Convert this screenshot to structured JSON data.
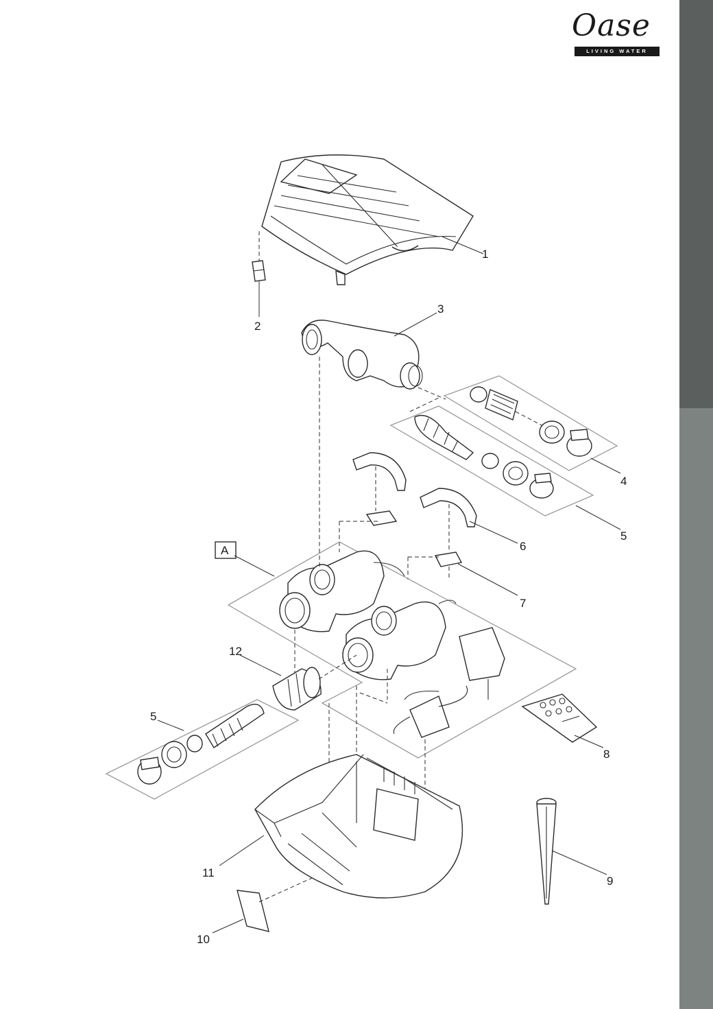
{
  "brand": {
    "name": "Oase",
    "tagline": "LIVING WATER"
  },
  "colors": {
    "side_tab_dark": "#5b605e",
    "side_tab_light": "#7c8381"
  },
  "callouts": {
    "part_1": "1",
    "part_2": "2",
    "part_3": "3",
    "part_4": "4",
    "part_5_right": "5",
    "part_6": "6",
    "part_7": "7",
    "part_8": "8",
    "part_9": "9",
    "part_10": "10",
    "part_11": "11",
    "part_12": "12",
    "part_5_left": "5",
    "assembly_a": "A"
  }
}
